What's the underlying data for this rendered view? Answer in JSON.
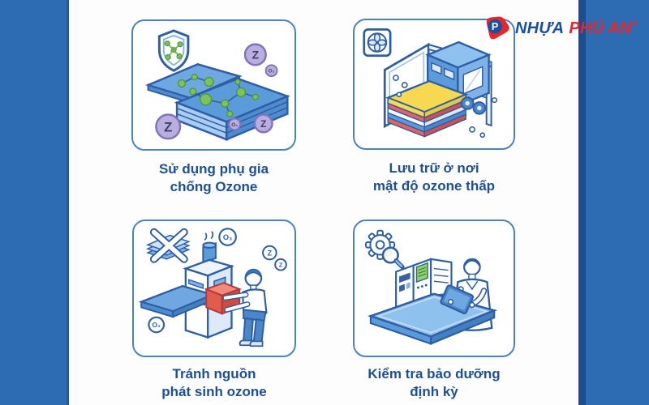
{
  "colors": {
    "sidebar_blue": "#2d6cb3",
    "sidebar_edge": "#1d4d8f",
    "panel_border": "#4a82c4",
    "caption_text": "#1d4f96",
    "brand_blue": "#1b4fa0",
    "brand_red": "#e8262a"
  },
  "logo": {
    "monogram": "P",
    "brand_first": "NHỰA",
    "brand_second": "PHÚ AN",
    "registered": "®"
  },
  "labels": {
    "z": "Z",
    "o3": "O₃"
  },
  "icons": [
    "logo-mark-icon",
    "shield-icon",
    "fan-icon",
    "no-stacking-icon",
    "gear-magnifier-icon"
  ],
  "panels": [
    {
      "name": "anti-ozone-additive",
      "caption_line1": "Sử dụng phụ gia",
      "caption_line2": "chống Ozone"
    },
    {
      "name": "low-ozone-storage",
      "caption_line1": "Lưu trữ ở nơi",
      "caption_line2": "mật độ ozone thấp"
    },
    {
      "name": "avoid-ozone-source",
      "caption_line1": "Tránh nguồn",
      "caption_line2": "phát sinh ozone"
    },
    {
      "name": "periodic-inspection",
      "caption_line1": "Kiểm tra bảo dưỡng",
      "caption_line2": "định kỳ"
    }
  ]
}
